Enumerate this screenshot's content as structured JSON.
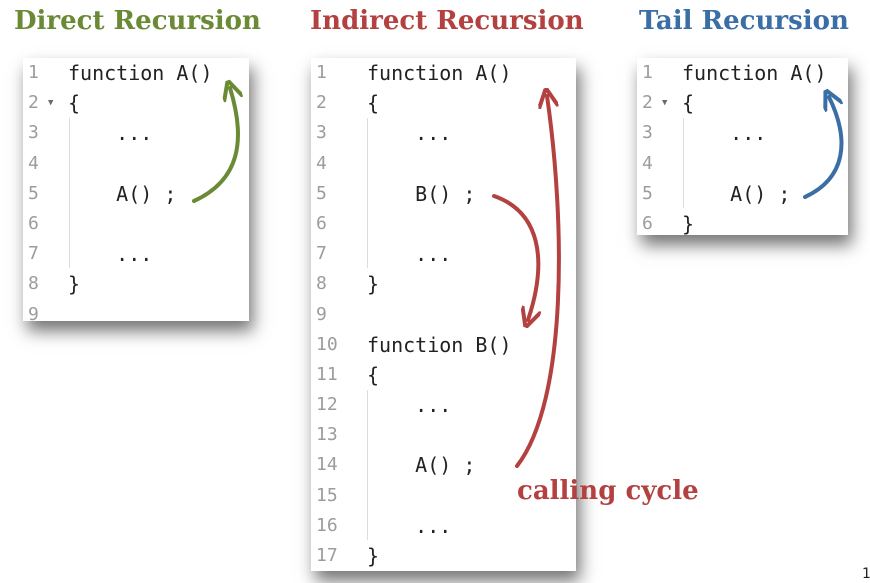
{
  "headings": {
    "direct": "Direct Recursion",
    "indirect": "Indirect Recursion",
    "tail": "Tail Recursion"
  },
  "caption": "calling cycle",
  "page_number": "1",
  "colors": {
    "direct": "#6a8a35",
    "indirect": "#b24140",
    "tail": "#3a6ea5"
  },
  "editors": {
    "direct": {
      "lines": [
        {
          "n": "1",
          "code": "function A()",
          "fold": false
        },
        {
          "n": "2",
          "code": "{",
          "fold": true
        },
        {
          "n": "3",
          "code": "    ...",
          "fold": false
        },
        {
          "n": "4",
          "code": "",
          "fold": false
        },
        {
          "n": "5",
          "code": "    A() ;",
          "fold": false
        },
        {
          "n": "6",
          "code": "",
          "fold": false
        },
        {
          "n": "7",
          "code": "    ...",
          "fold": false
        },
        {
          "n": "8",
          "code": "}",
          "fold": false
        },
        {
          "n": "9",
          "code": "",
          "fold": false
        }
      ]
    },
    "indirect": {
      "lines": [
        {
          "n": "1",
          "code": "function A()",
          "fold": false
        },
        {
          "n": "2",
          "code": "{",
          "fold": false
        },
        {
          "n": "3",
          "code": "    ...",
          "fold": false
        },
        {
          "n": "4",
          "code": "",
          "fold": false
        },
        {
          "n": "5",
          "code": "    B() ;",
          "fold": false
        },
        {
          "n": "6",
          "code": "",
          "fold": false
        },
        {
          "n": "7",
          "code": "    ...",
          "fold": false
        },
        {
          "n": "8",
          "code": "}",
          "fold": false
        },
        {
          "n": "9",
          "code": "",
          "fold": false
        },
        {
          "n": "10",
          "code": "function B()",
          "fold": false
        },
        {
          "n": "11",
          "code": "{",
          "fold": false
        },
        {
          "n": "12",
          "code": "    ...",
          "fold": false
        },
        {
          "n": "13",
          "code": "",
          "fold": false
        },
        {
          "n": "14",
          "code": "    A() ;",
          "fold": false
        },
        {
          "n": "15",
          "code": "",
          "fold": false
        },
        {
          "n": "16",
          "code": "    ...",
          "fold": false
        },
        {
          "n": "17",
          "code": "}",
          "fold": false
        }
      ]
    },
    "tail": {
      "lines": [
        {
          "n": "1",
          "code": "function A()",
          "fold": false
        },
        {
          "n": "2",
          "code": "{",
          "fold": true
        },
        {
          "n": "3",
          "code": "    ...",
          "fold": false
        },
        {
          "n": "4",
          "code": "",
          "fold": false
        },
        {
          "n": "5",
          "code": "    A() ;",
          "fold": false
        },
        {
          "n": "6",
          "code": "}",
          "fold": false
        }
      ]
    }
  }
}
